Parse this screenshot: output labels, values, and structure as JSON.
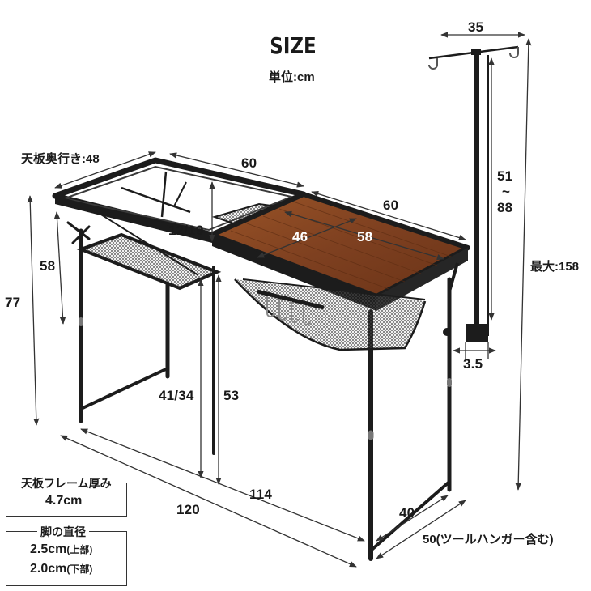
{
  "title": "SIZE",
  "unit_label": "単位:cm",
  "dimensions": {
    "top_depth": "天板奥行き:48",
    "top_left_width": "60",
    "top_right_width": "60",
    "hanger_width": "35",
    "pole_height": "51",
    "pole_tilde": "~",
    "pole_height_max": "88",
    "max_height": "最大:158",
    "opening": "12/19",
    "inner_width_46": "46",
    "inner_width_58": "58",
    "side_height": "58",
    "total_height": "77",
    "pole_offset": "3.5",
    "shelf_height": "41/34",
    "floor_to_frame": "53",
    "inner_length": "114",
    "total_length": "120",
    "leg_depth": "40",
    "total_depth": "50(ツールハンガー含む)"
  },
  "frame_box": {
    "title": "天板フレーム厚み",
    "value": "4.7cm"
  },
  "leg_box": {
    "title": "脚の直径",
    "upper_value": "2.5cm",
    "upper_note": "(上部)",
    "lower_value": "2.0cm",
    "lower_note": "(下部)"
  },
  "colors": {
    "frame": "#1c1c1c",
    "wood": "#8a4a22",
    "wood_dark": "#6b3517",
    "dimension_line": "#333333"
  }
}
